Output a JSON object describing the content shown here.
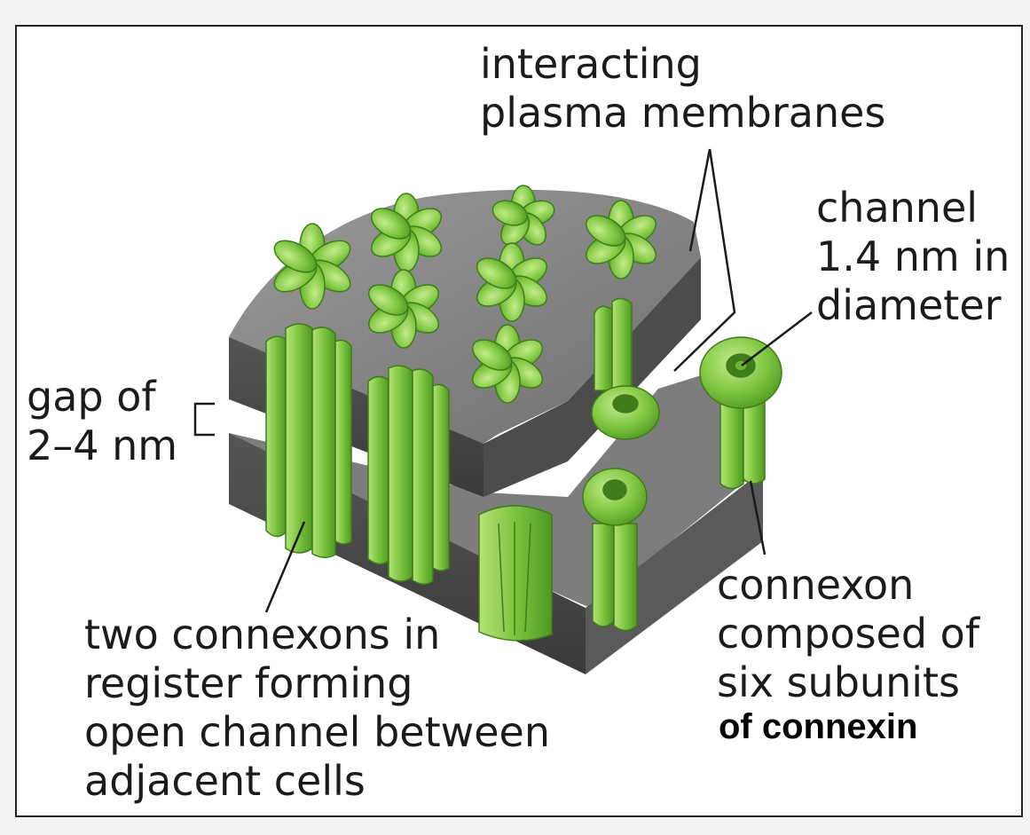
{
  "labels": {
    "membranes": [
      "interacting",
      "plasma membranes"
    ],
    "channel": [
      "channel",
      "1.4 nm in",
      "diameter"
    ],
    "gap": [
      "gap of",
      "2–4 nm"
    ],
    "connexon": [
      "connexon",
      "composed of",
      "six subunits"
    ],
    "connexin_suffix": "of connexin",
    "two_connexons": [
      "two connexons in",
      "register forming",
      "open channel between",
      "adjacent cells"
    ]
  },
  "colors": {
    "membrane_top": "#8c8c8c",
    "membrane_side": "#4a4a4a",
    "protein_green": "#7cc43e",
    "protein_light": "#a8dd6a",
    "protein_dark": "#4f9a22"
  }
}
